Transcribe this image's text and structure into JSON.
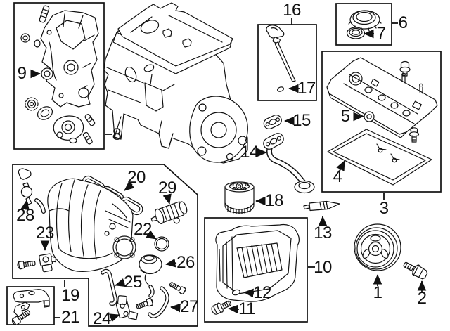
{
  "diagram": {
    "background_color": "#ffffff",
    "line_color": "#111111",
    "callouts": [
      {
        "label": "1"
      },
      {
        "label": "2"
      },
      {
        "label": "3"
      },
      {
        "label": "4"
      },
      {
        "label": "5"
      },
      {
        "label": "6"
      },
      {
        "label": "7"
      },
      {
        "label": "8"
      },
      {
        "label": "9"
      },
      {
        "label": "10"
      },
      {
        "label": "11"
      },
      {
        "label": "12"
      },
      {
        "label": "13"
      },
      {
        "label": "14"
      },
      {
        "label": "15"
      },
      {
        "label": "16"
      },
      {
        "label": "17"
      },
      {
        "label": "18"
      },
      {
        "label": "19"
      },
      {
        "label": "20"
      },
      {
        "label": "21"
      },
      {
        "label": "22"
      },
      {
        "label": "23"
      },
      {
        "label": "24"
      },
      {
        "label": "25"
      },
      {
        "label": "26"
      },
      {
        "label": "27"
      },
      {
        "label": "28"
      },
      {
        "label": "29"
      }
    ]
  }
}
